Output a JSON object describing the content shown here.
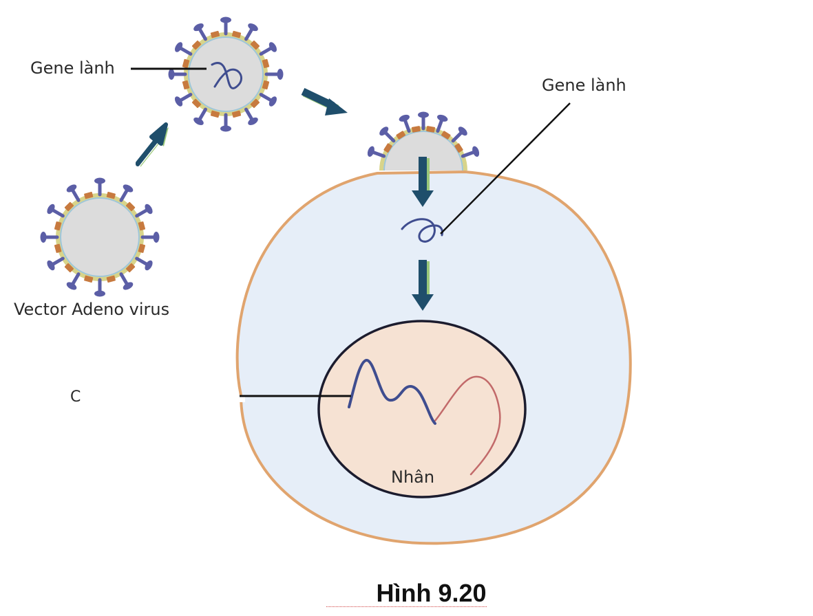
{
  "labels": {
    "gene_top_left": "Gene lành",
    "gene_top_right": "Gene lành",
    "vector": "Vector Adeno virus",
    "stray_c": "C",
    "nucleus": "Nhân"
  },
  "caption": "Hình 9.20",
  "colors": {
    "virus_body": "#dcdcdc",
    "virus_envelope_outer": "#d8d48a",
    "virus_envelope_inner": "#9ec6d8",
    "spike": "#5b5ea6",
    "envelope_protein": "#c77a3f",
    "cell_fill": "#e6eef8",
    "cell_membrane": "#e0a46e",
    "nucleus_fill": "#f6e2d3",
    "nucleus_border": "#1c1c2e",
    "gene_dna": "#3f4d8f",
    "host_dna": "#c26a6a",
    "arrow": "#1f4e6b",
    "arrow_shadow": "#9ac77a",
    "pointer_line": "#111111"
  },
  "icons": {
    "virus": "adenovirus-particle-icon",
    "gene": "gene-coil-icon",
    "arrow": "process-arrow-icon"
  }
}
